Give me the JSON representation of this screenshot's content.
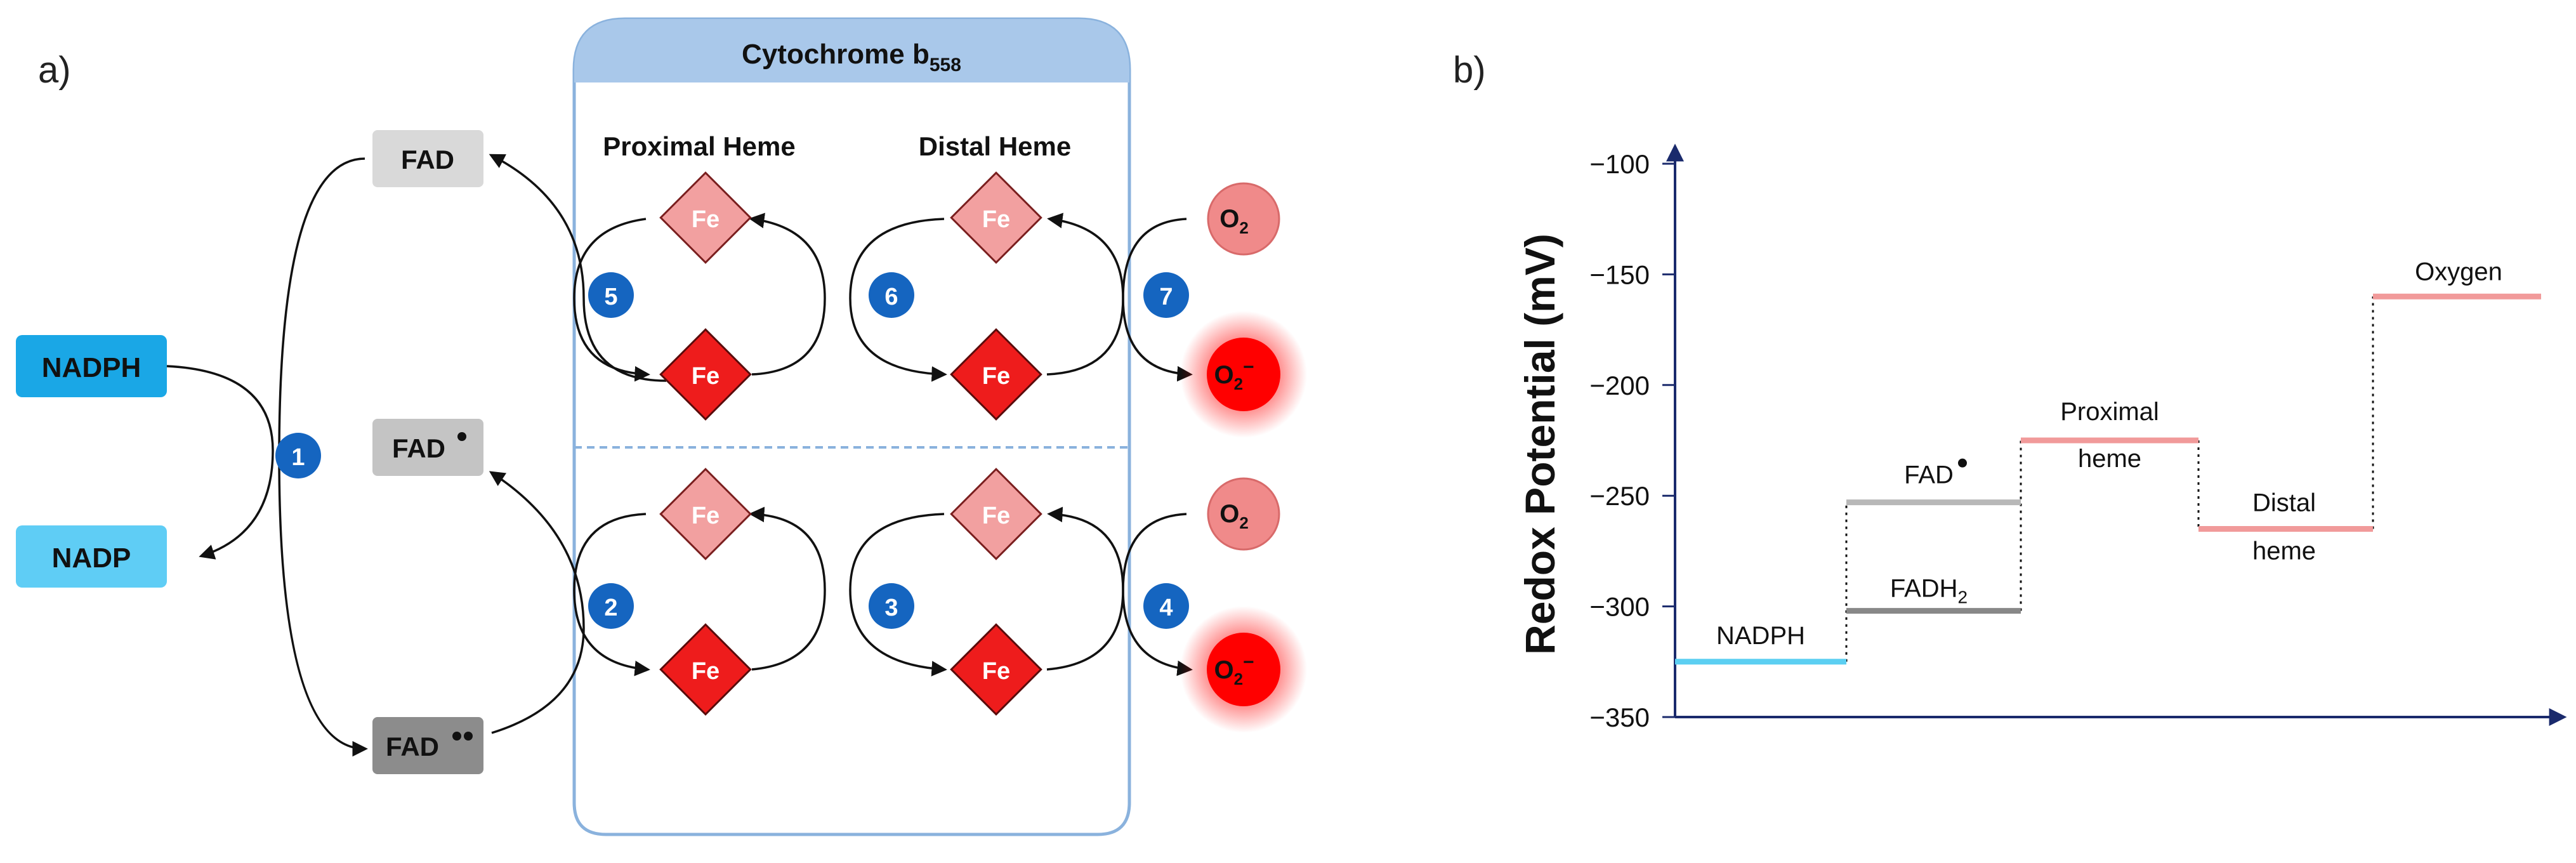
{
  "panel_a": {
    "label": "a)",
    "cytochrome_title": "Cytochrome b",
    "cytochrome_sub": "558",
    "proximal_heme": "Proximal Heme",
    "distal_heme": "Distal Heme",
    "fad": "FAD",
    "fad_semi": "FAD",
    "fad_red": "FAD",
    "nadph": "NADPH",
    "nadp": "NADP",
    "fe": "Fe",
    "o2": "O",
    "o2_sub": "2",
    "superoxide_sup": "−",
    "steps": [
      "1",
      "2",
      "3",
      "4",
      "5",
      "6",
      "7"
    ],
    "colors": {
      "nadph": "#1aa7e6",
      "nadp": "#5fcdf5",
      "fad_light": "#d9d9d9",
      "fad_mid": "#c4c4c4",
      "fad_dark": "#8c8c8c",
      "fe_ox": "#f2a0a0",
      "fe_red": "#ee1c1c",
      "step_circle": "#1565c0",
      "cyt_header": "#a9c8ea",
      "cyt_border": "#8ab2dd"
    }
  },
  "panel_b": {
    "label": "b)"
  },
  "chart_data": {
    "type": "step-level diagram",
    "ylabel": "Redox Potential (mV)",
    "ylim": [
      -350,
      -100
    ],
    "yticks": [
      -100,
      -150,
      -200,
      -250,
      -300,
      -350
    ],
    "levels": [
      {
        "label": "NADPH",
        "value": -325,
        "color": "#5ccff2"
      },
      {
        "label": "FADH",
        "label_sub": "2",
        "value": -302,
        "color": "#888888"
      },
      {
        "label": "FAD",
        "value": -253,
        "color": "#b8b8b8"
      },
      {
        "label": "Proximal",
        "label2": "heme",
        "value": -225,
        "color": "#f19a9a"
      },
      {
        "label": "Distal",
        "label2": "heme",
        "value": -265,
        "color": "#f19a9a"
      },
      {
        "label": "Oxygen",
        "value": -160,
        "color": "#f19a9a"
      }
    ],
    "axis_color": "#1a2a6c"
  }
}
